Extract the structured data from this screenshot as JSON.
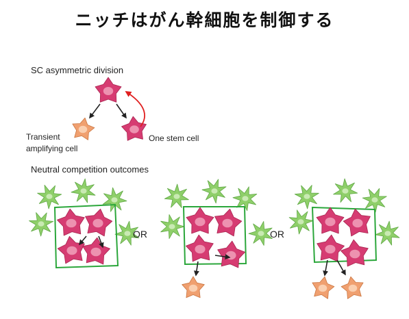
{
  "title": "ニッチはがん幹細胞を制御する",
  "asym": {
    "heading": "SC asymmetric division",
    "transient_line1": "Transient",
    "transient_line2": "amplifying cell",
    "stem_label": "One stem cell"
  },
  "neutral": {
    "heading": "Neutral competition outcomes",
    "or_label": "OR"
  },
  "colors": {
    "stem_cell": "#d63c72",
    "stem_cell_light": "#f1a1bb",
    "ta_cell": "#f0a070",
    "ta_cell_light": "#fbd7bb",
    "niche_cell": "#8fcf6a",
    "niche_cell_light": "#d4efbf",
    "niche_box": "#2aa63a",
    "cycle_arrow": "#e01f1f",
    "arrow": "#222222"
  }
}
